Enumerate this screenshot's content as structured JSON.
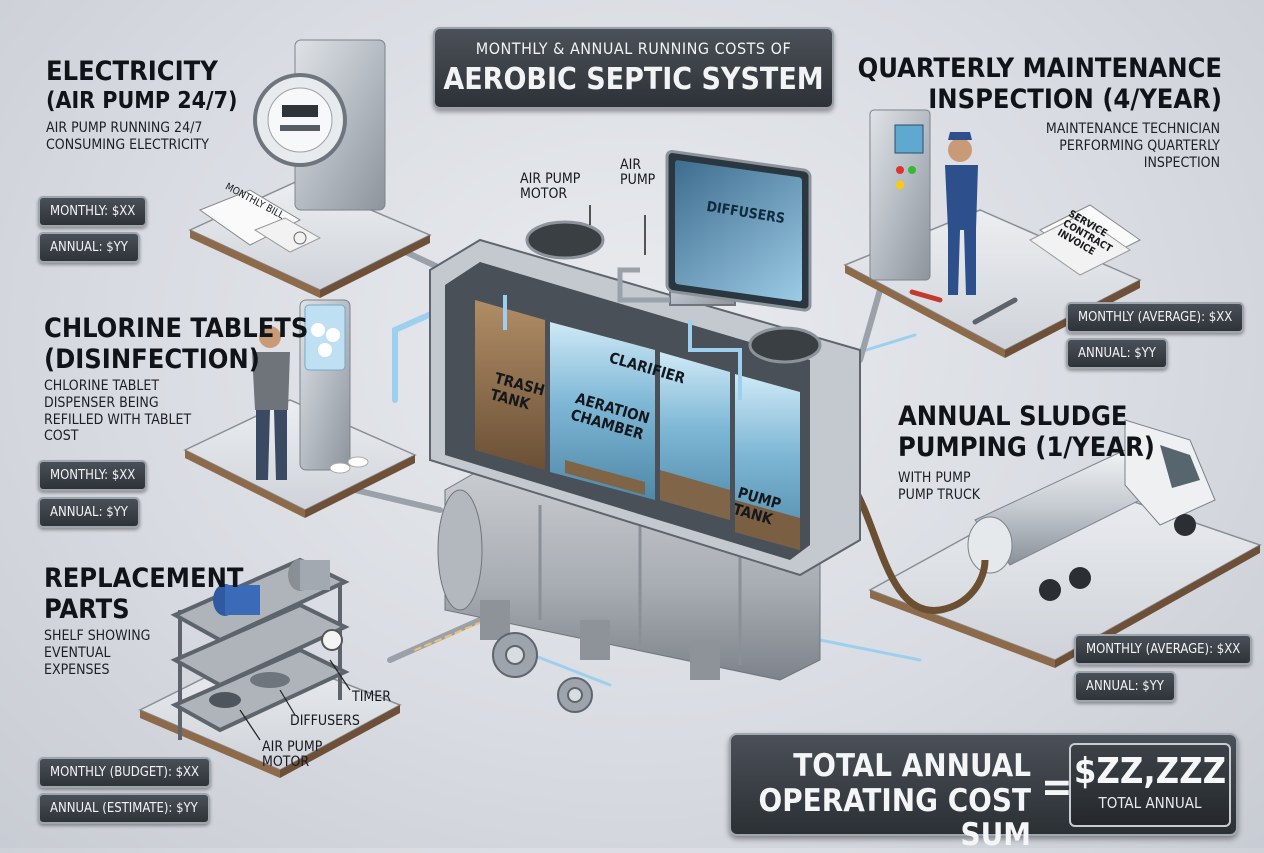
{
  "title": {
    "line1": "Monthly & Annual Running Costs of",
    "line2": "Aerobic Septic System"
  },
  "electricity": {
    "heading1": "Electricity",
    "heading2": "(Air Pump 24/7)",
    "desc1": "Air pump running 24/7",
    "desc2": "consuming electricity",
    "monthly": "Monthly: $XX",
    "annual": "Annual: $YY",
    "bill_label": "Monthly Bill"
  },
  "chlorine": {
    "heading1": "Chlorine Tablets",
    "heading2": "(Disinfection)",
    "desc1": "Chlorine tablet",
    "desc2": "dispenser being",
    "desc3": "refilled with tablet",
    "desc4": "cost",
    "monthly": "Monthly: $XX",
    "annual": "Annual: $YY"
  },
  "parts": {
    "heading1": "Replacement",
    "heading2": "Parts",
    "desc1": "Shelf showing",
    "desc2": "eventual",
    "desc3": "expenses",
    "timer_label": "Timer",
    "diffusers_label": "Diffusers",
    "motor_label1": "Air Pump",
    "motor_label2": "Motor",
    "monthly": "Monthly (Budget): $XX",
    "annual": "Annual (Estimate): $YY"
  },
  "maintenance": {
    "heading1": "Quarterly Maintenance",
    "heading2": "Inspection (4/Year)",
    "desc1": "Maintenance technician",
    "desc2": "performing quarterly",
    "desc3": "inspection",
    "invoice_label1": "Service",
    "invoice_label2": "Contract",
    "invoice_label3": "Invoice",
    "monthly": "Monthly (Average): $XX",
    "annual": "Annual: $YY"
  },
  "sludge": {
    "heading1": "Annual Sludge",
    "heading2": "Pumping (1/Year)",
    "desc1": "With pump",
    "desc2": "pump truck",
    "monthly": "Monthly (Average): $XX",
    "annual": "Annual: $YY"
  },
  "system": {
    "air_pump_motor1": "Air Pump",
    "air_pump_motor2": "Motor",
    "air_pump1": "Air",
    "air_pump2": "Pump",
    "diffusers": "Diffusers",
    "trash_tank1": "Trash",
    "trash_tank2": "Tank",
    "aeration1": "Aeration",
    "aeration2": "Chamber",
    "clarifier": "Clarifier",
    "pump_tank1": "Pump",
    "pump_tank2": "Tank"
  },
  "total": {
    "label1": "Total Annual",
    "label2": "Operating Cost Sum",
    "equals": "=",
    "value": "$ZZ,ZZZ",
    "sub": "Total Annual"
  },
  "colors": {
    "panel": "#2e3338",
    "pipe": "#8fc8e8",
    "water": "#7fb8d6",
    "sludge": "#8a6a48",
    "metal": "#b9bec4"
  }
}
